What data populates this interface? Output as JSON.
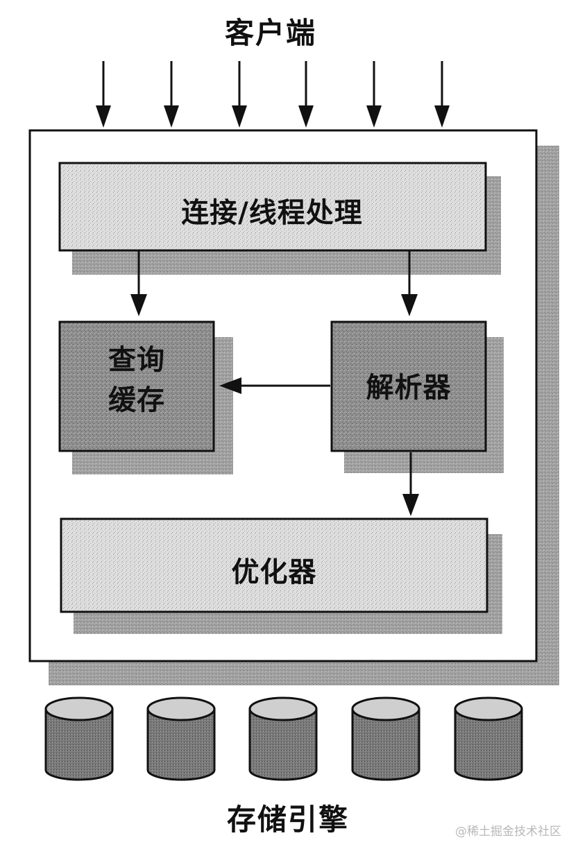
{
  "top_label": "客户端",
  "bottom_label": "存储引擎",
  "boxes": {
    "connection": "连接/线程处理",
    "query_cache_line1": "查询",
    "query_cache_line2": "缓存",
    "parser": "解析器",
    "optimizer": "优化器"
  },
  "watermark": "@稀土掘金技术社区",
  "colors": {
    "line": "#111111",
    "shadow": "#9a9a9a",
    "light_box": "#d9d9d9",
    "dark_box": "#8a8a8a",
    "cylinder_body": "#7d7d7d",
    "cylinder_top": "#cfcfcf"
  }
}
